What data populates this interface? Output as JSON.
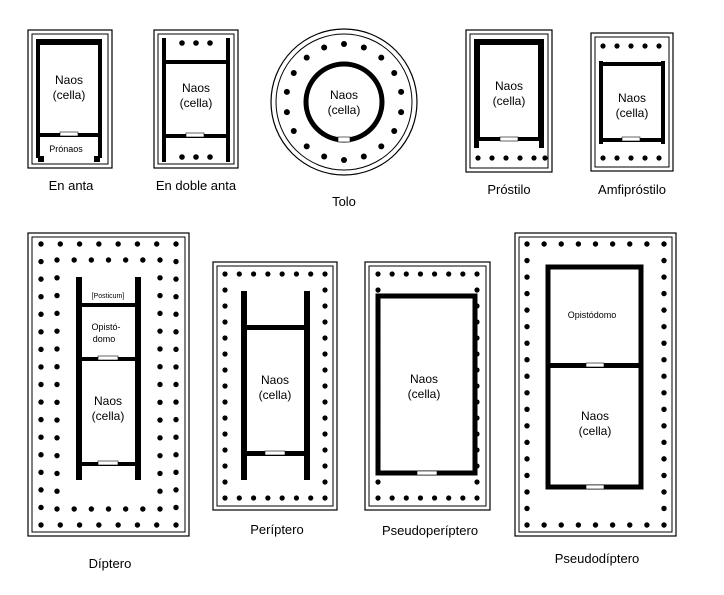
{
  "plans": {
    "en_anta": {
      "caption": "En anta",
      "room1": "Naos",
      "room2": "(cella)",
      "room3": "Prónaos"
    },
    "doble_anta": {
      "caption": "En doble anta",
      "room1": "Naos",
      "room2": "(cella)"
    },
    "tolo": {
      "caption": "Tolo",
      "room1": "Naos",
      "room2": "(cella)"
    },
    "prostilo": {
      "caption": "Próstilo",
      "room1": "Naos",
      "room2": "(cella)"
    },
    "amfiprostilo": {
      "caption": "Amfipróstilo",
      "room1": "Naos",
      "room2": "(cella)"
    },
    "diptero": {
      "caption": "Díptero",
      "room_posticum": "[Posticum]",
      "room_opisto_1": "Opistó-",
      "room_opisto_2": "domo",
      "room1": "Naos",
      "room2": "(cella)"
    },
    "periptero": {
      "caption": "Períptero",
      "room1": "Naos",
      "room2": "(cella)"
    },
    "pseudoperiptero": {
      "caption": "Pseudoperíptero",
      "room1": "Naos",
      "room2": "(cella)"
    },
    "pseudodiptero": {
      "caption": "Pseudodíptero",
      "room_opisto": "Opistódomo",
      "room1": "Naos",
      "room2": "(cella)"
    }
  }
}
